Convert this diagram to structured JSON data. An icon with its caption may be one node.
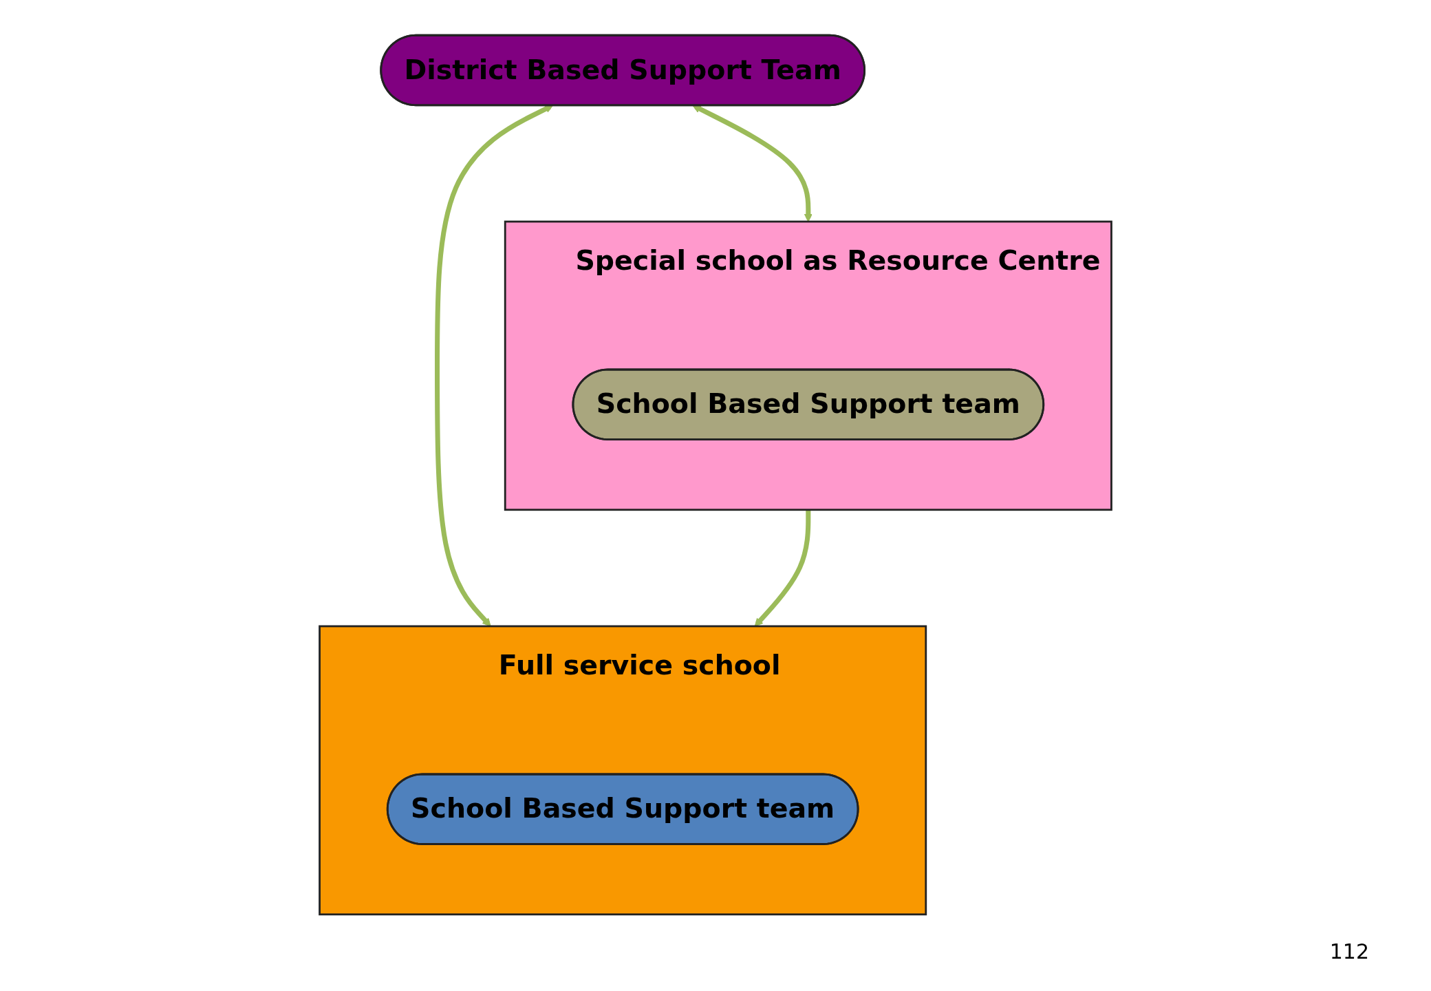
{
  "diagram": {
    "nodes": [
      {
        "text": [
          "District Based Support Team"
        ]
      },
      {
        "text": [
          "Full service school"
        ]
      },
      {
        "text": [
          "School Based Support team"
        ],
        "in": 1
      },
      {
        "text": [
          "Special school as Resource Centre"
        ]
      },
      {
        "text": [
          "School Based Support team"
        ],
        "in": 3
      }
    ],
    "edges": [
      {
        "from": 0,
        "to": 1,
        "arrow": "both"
      },
      {
        "from": 0,
        "to": 3,
        "arrow": "both"
      },
      {
        "from": 3,
        "to": 1,
        "arrow": "to"
      }
    ],
    "labels": [
      "112"
    ]
  }
}
